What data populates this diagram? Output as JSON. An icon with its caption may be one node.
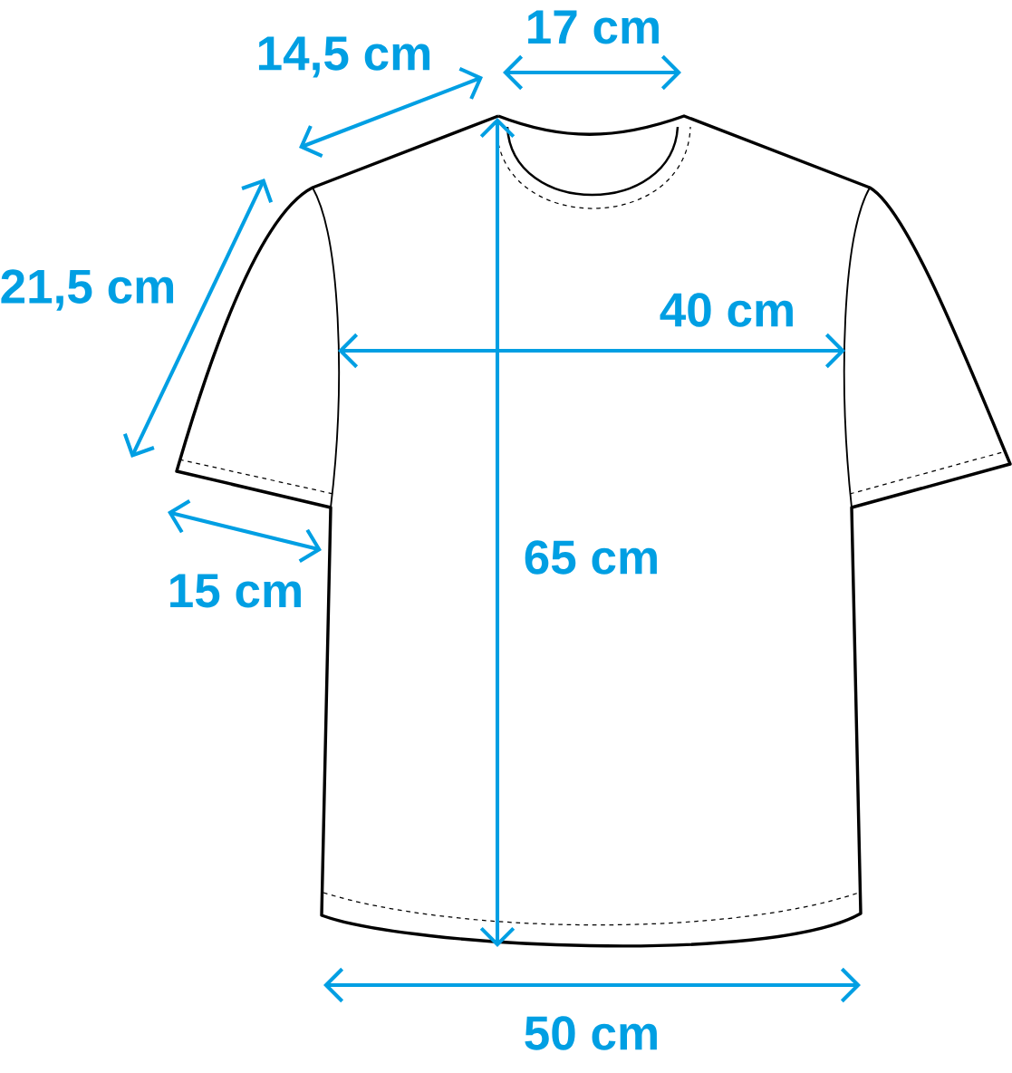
{
  "diagram": {
    "labels": [
      "17 cm",
      "14,5 cm",
      "21,5 cm",
      "40 cm",
      "65 cm",
      "15 cm",
      "50 cm"
    ]
  }
}
